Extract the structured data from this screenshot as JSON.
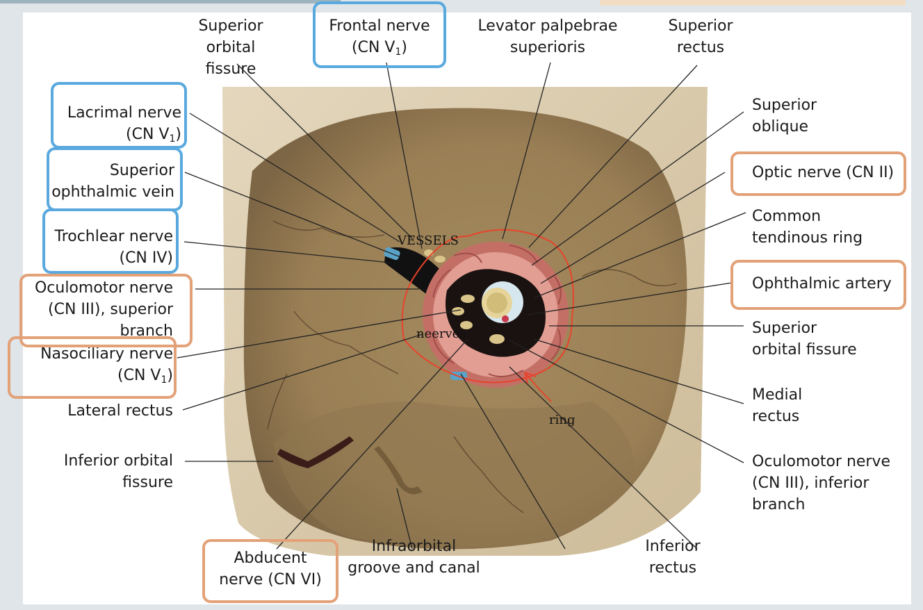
{
  "labels": {
    "superior_orbital_fissure_top": "Superior\norbital fissure",
    "frontal_nerve_name": "Frontal nerve",
    "frontal_nerve_cn": "(CN V",
    "levator": "Levator palpebrae\nsuperioris",
    "superior_rectus": "Superior\nrectus",
    "superior_oblique": "Superior\noblique",
    "optic_nerve": "Optic nerve (CN II)",
    "common_tendinous_ring": "Common\ntendinous ring",
    "ophthalmic_artery": "Ophthalmic artery",
    "superior_orbital_fissure_right": "Superior\norbital fissure",
    "medial_rectus": "Medial\nrectus",
    "oculomotor_inferior": "Oculomotor nerve\n(CN III), inferior\nbranch",
    "inferior_rectus": "Inferior\nrectus",
    "infraorbital": "Infraorbital\ngroove and canal",
    "abducent": "Abducent\nnerve (CN VI)",
    "inferior_orbital_fissure": "Inferior orbital\nfissure",
    "lateral_rectus": "Lateral rectus",
    "nasociliary_name": "Nasociliary nerve",
    "nasociliary_cn": "(CN V",
    "oculomotor_superior": "Oculomotor nerve\n(CN III), superior\nbranch",
    "trochlear": "Trochlear nerve\n(CN IV)",
    "superior_ophthalmic_vein": "Superior\nophthalmic vein",
    "lacrimal_name": "Lacrimal nerve",
    "lacrimal_cn": "(CN V",
    "cn_sub": "1",
    "cn_close": ")"
  },
  "annotations": {
    "vessels": "VESSELS",
    "nerves": "neerves",
    "ring": "ring"
  },
  "colors": {
    "blue_box": "#5aa9de",
    "orange_box": "#e3a178",
    "annotation_red": "#e8432b",
    "bone": "#b59d72",
    "muscle": "#d98a80"
  }
}
